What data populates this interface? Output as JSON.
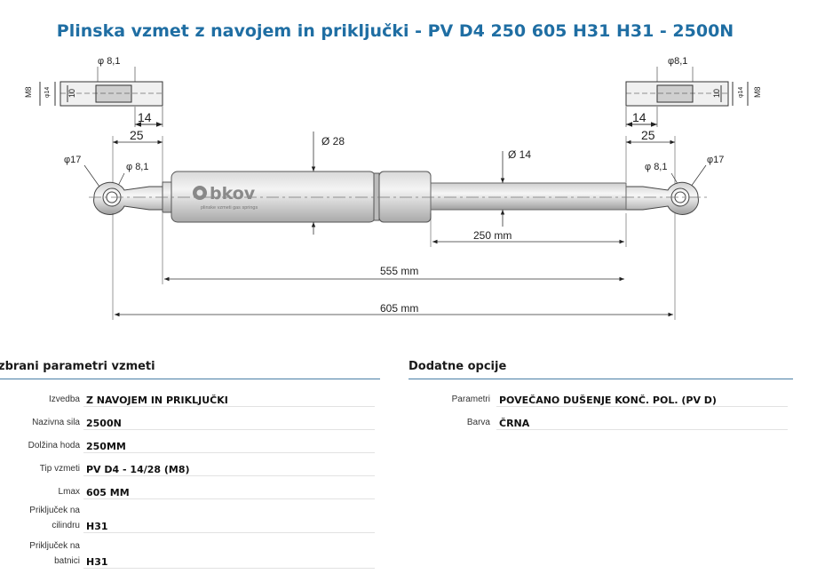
{
  "title": "Plinska vzmet z navojem in priključki - PV D4 250 605 H31 H31 - 2500N",
  "drawing": {
    "logo": "bkov",
    "logo_sub": "plinske vzmeti gas springs",
    "dim_left_hole": "φ 8,1",
    "dim_right_hole": "φ8,1",
    "dim_m8": "M8",
    "dim_phi14_small": "φ14",
    "dim_10": "10",
    "dim_14": "14",
    "dim_25": "25",
    "dim_phi17": "φ17",
    "dim_phi81_eye": "φ 8,1",
    "dim_d28": "Ø 28",
    "dim_d14": "Ø 14",
    "dim_stroke": "250 mm",
    "dim_555": "555 mm",
    "dim_605": "605 mm"
  },
  "left_section": {
    "title": "zbrani parametri vzmeti",
    "rows": [
      {
        "label": "Izvedba",
        "value": "Z NAVOJEM IN PRIKLJUČKI"
      },
      {
        "label": "Nazivna sila",
        "value": "2500N"
      },
      {
        "label": "Dolžina hoda",
        "value": "250MM"
      },
      {
        "label": "Tip vzmeti",
        "value": "PV D4 - 14/28 (M8)"
      },
      {
        "label": "Lmax",
        "value": "605 MM"
      },
      {
        "label_1": "Priključek na",
        "label_2": "cilindru",
        "value": "H31"
      },
      {
        "label_1": "Priključek na",
        "label_2": "batnici",
        "value": "H31"
      }
    ]
  },
  "right_section": {
    "title": "Dodatne opcije",
    "rows": [
      {
        "label": "Parametri",
        "value": "POVEČANO DUŠENJE KONČ. POL. (PV D)"
      },
      {
        "label": "Barva",
        "value": "ČRNA"
      }
    ]
  }
}
